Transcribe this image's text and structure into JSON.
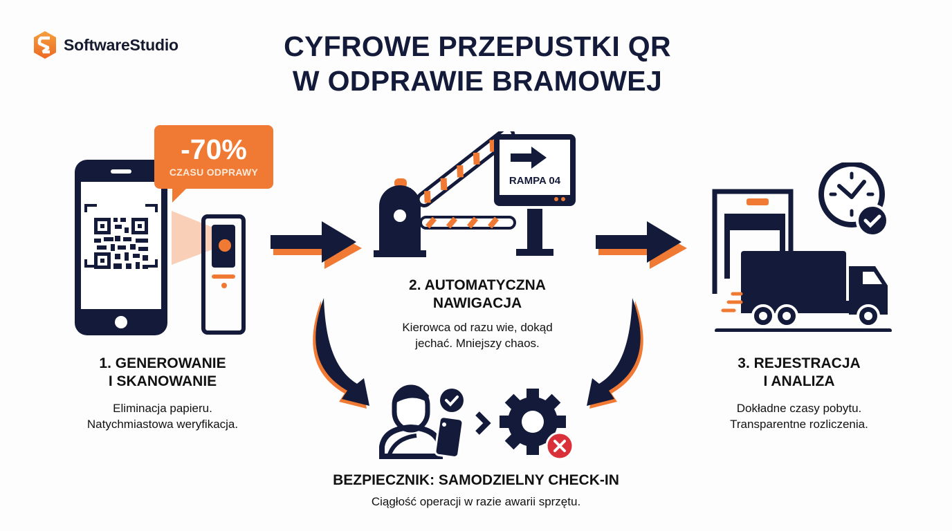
{
  "brand": {
    "name": "SoftwareStudio",
    "logo_icon": "hexagon-s-logo-icon"
  },
  "header": {
    "title_line1": "CYFROWE PRZEPUSTKI QR",
    "title_line2": "W ODPRAWIE BRAMOWEJ"
  },
  "colors": {
    "navy": "#141b3a",
    "orange": "#f07a33",
    "red": "#d9303a",
    "text": "#111111",
    "background": "#fdfdfe"
  },
  "badge": {
    "value": "-70%",
    "label": "CZASU ODPRAWY"
  },
  "steps": [
    {
      "title_line1": "1. GENEROWANIE",
      "title_line2": "I SKANOWANIE",
      "desc_line1": "Eliminacja papieru.",
      "desc_line2": "Natychmiastowa weryfikacja.",
      "icons": [
        "smartphone-qr-icon",
        "scanner-icon"
      ]
    },
    {
      "title_line1": "2. AUTOMATYCZNA",
      "title_line2": "NAWIGACJA",
      "desc_line1": "Kierowca od razu wie, dokąd",
      "desc_line2": "jechać. Mniejszy chaos.",
      "icons": [
        "barrier-gate-icon",
        "direction-sign-icon"
      ],
      "sign_text": "RAMPA 04"
    },
    {
      "title_line1": "3. REJESTRACJA",
      "title_line2": "I ANALIZA",
      "desc_line1": "Dokładne czasy pobytu.",
      "desc_line2": "Transparentne rozliczenia.",
      "icons": [
        "loading-dock-icon",
        "truck-icon",
        "clock-check-icon"
      ]
    }
  ],
  "fallback": {
    "title": "BEZPIECZNIK: SAMODZIELNY CHECK-IN",
    "desc": "Ciągłość operacji w razie awarii sprzętu.",
    "icons": [
      "driver-phone-check-icon",
      "chevron-right-icon",
      "gear-error-icon"
    ]
  }
}
